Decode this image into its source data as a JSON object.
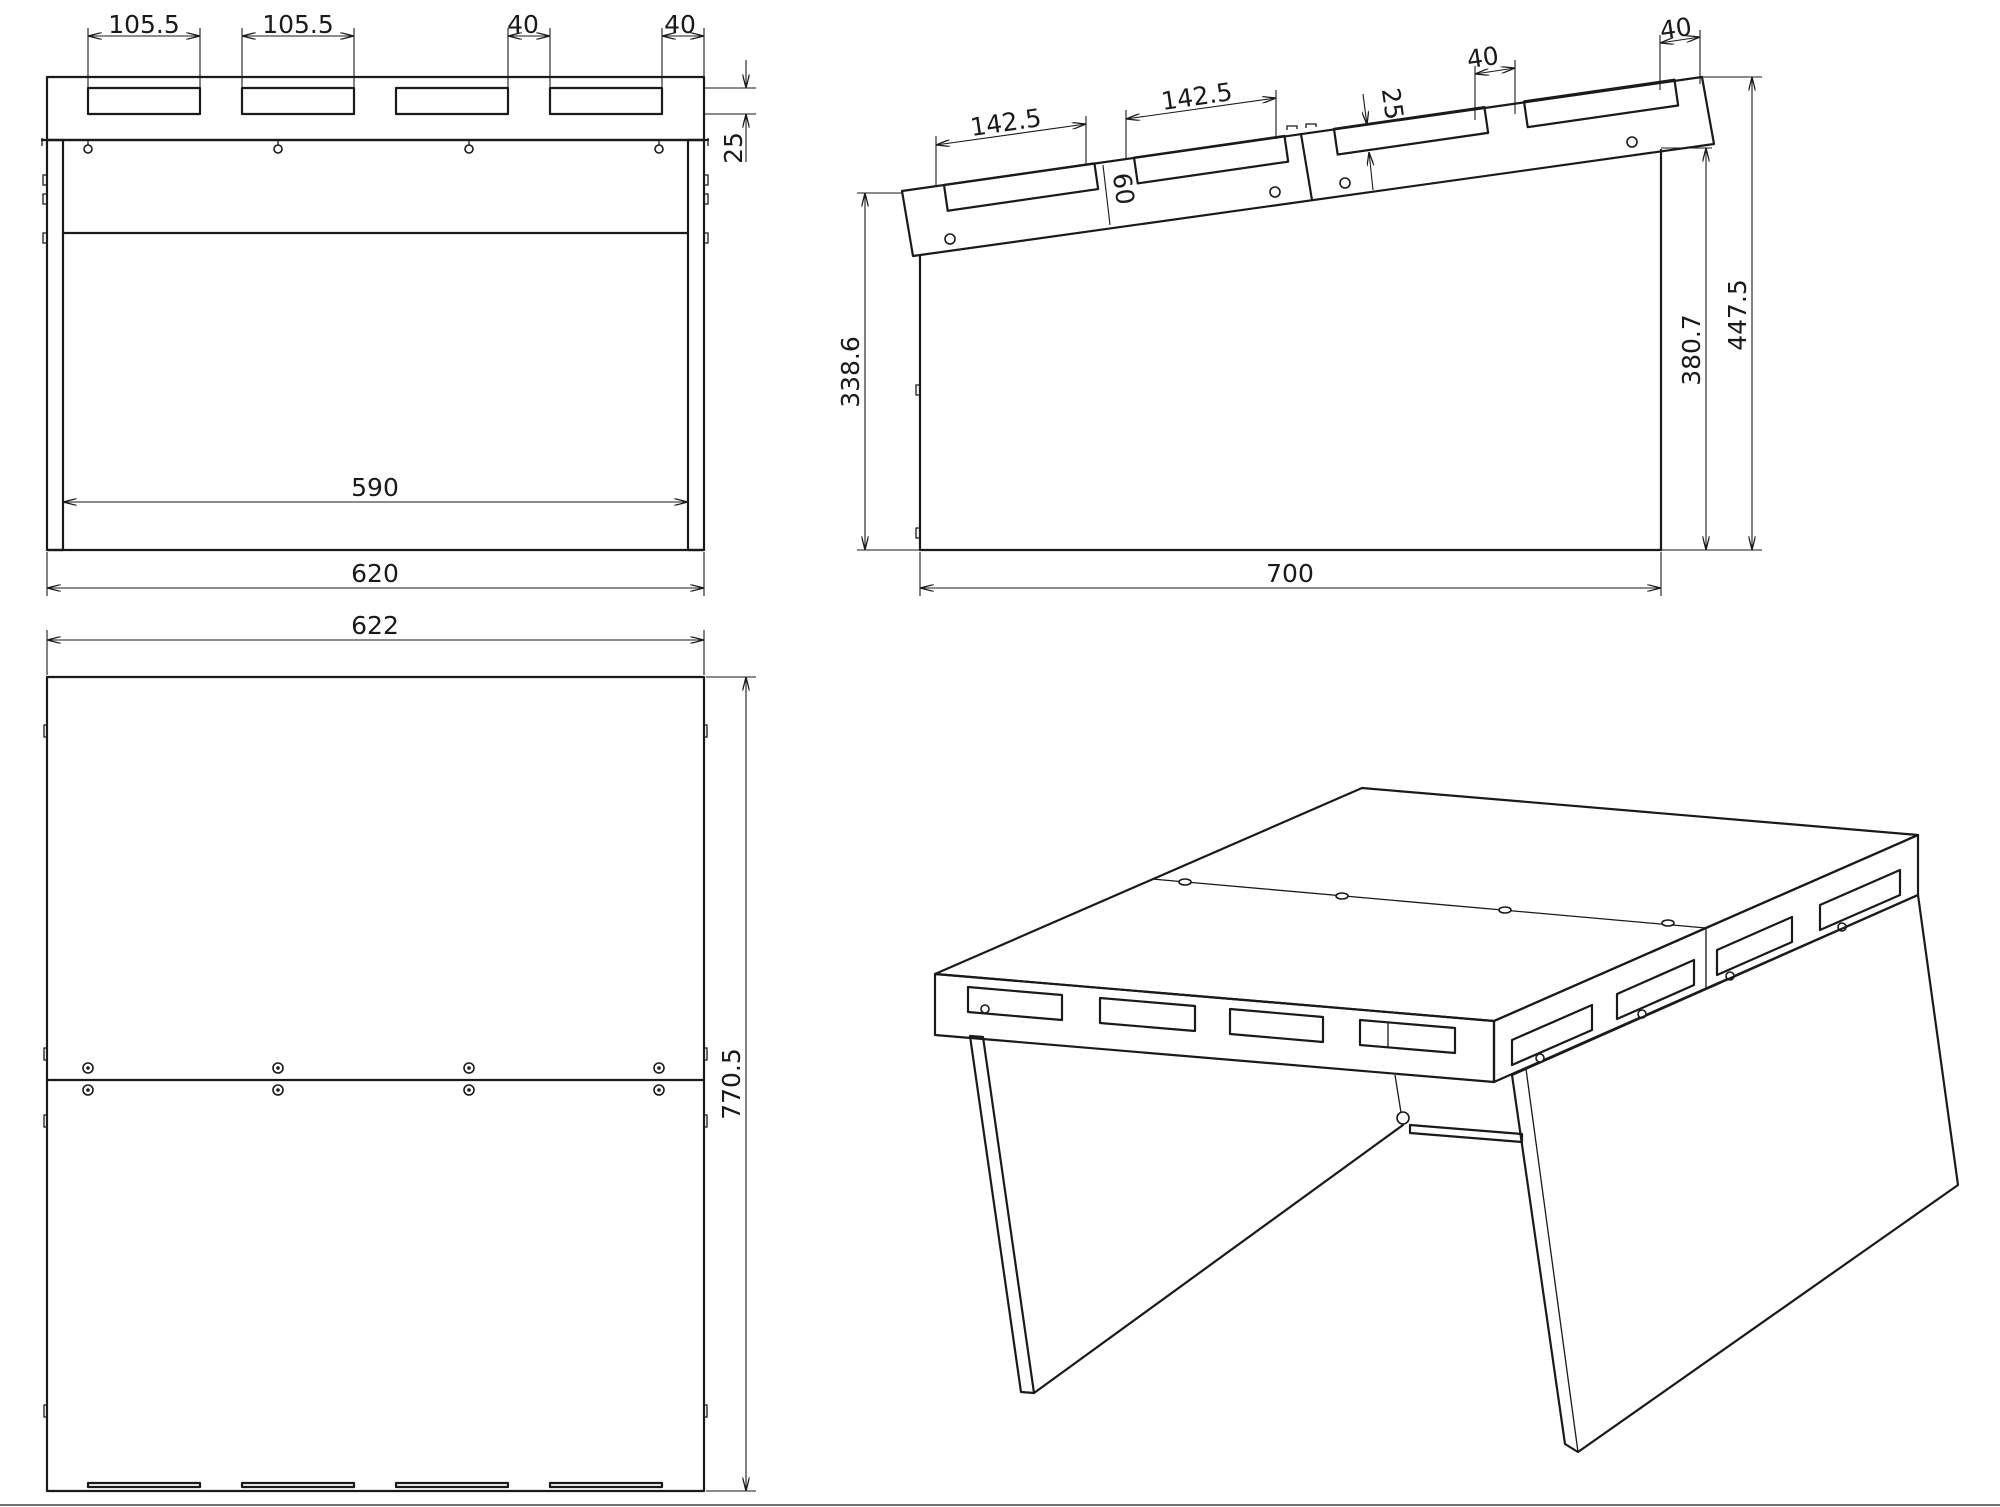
{
  "front_view": {
    "slot_width_1": "105.5",
    "slot_width_2": "105.5",
    "gap_1": "40",
    "gap_2": "40",
    "flange_height": "25",
    "inner_width": "590",
    "outer_width": "620"
  },
  "side_view": {
    "slot_width_1": "142.5",
    "slot_width_2": "142.5",
    "gap_1": "40",
    "gap_2": "40",
    "flange_height": "25",
    "slot_offset": "60",
    "front_height": "338.6",
    "rear_inner_height": "380.7",
    "rear_total_height": "447.5",
    "depth": "700"
  },
  "top_view": {
    "width": "622",
    "length": "770.5"
  }
}
